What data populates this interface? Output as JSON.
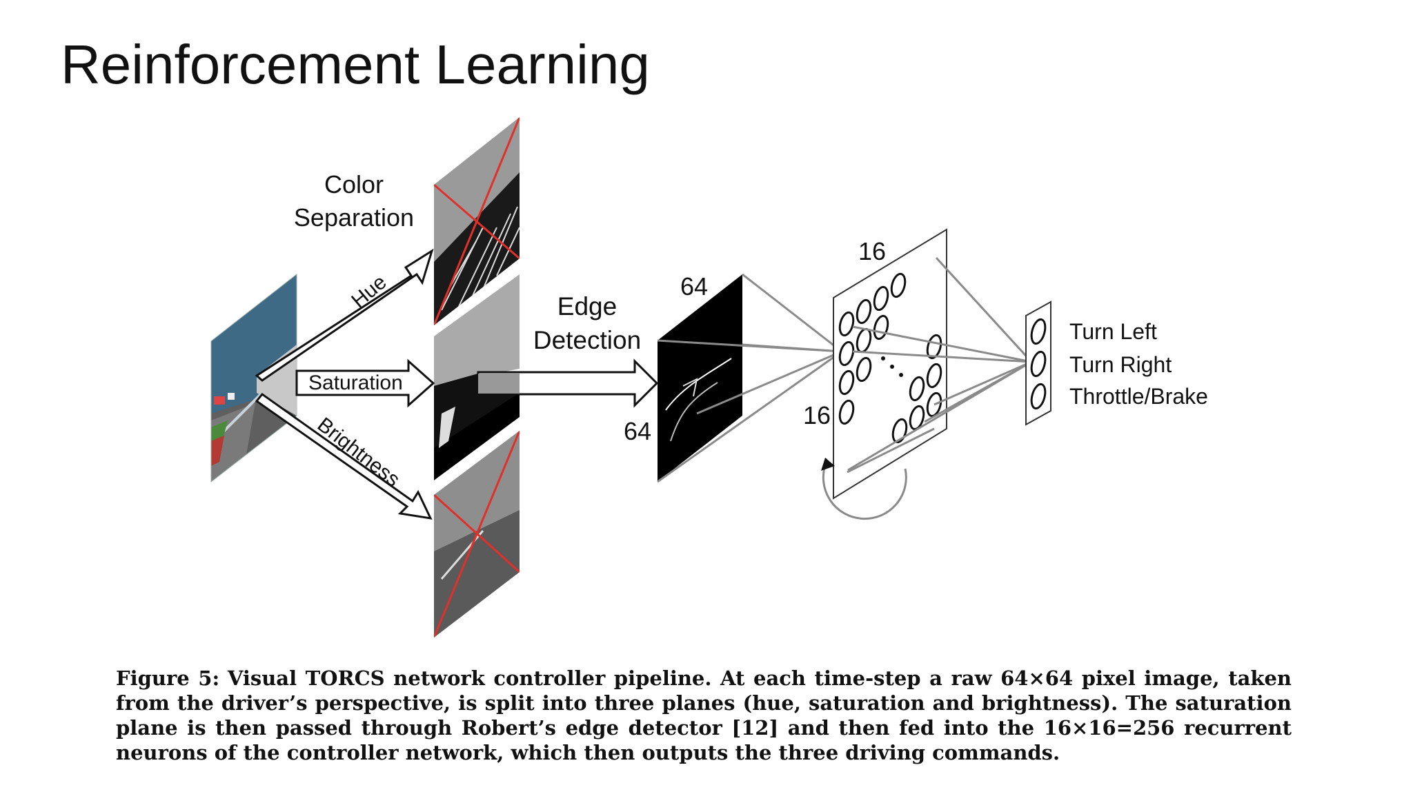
{
  "slide": {
    "title": "Reinforcement Learning"
  },
  "diagram": {
    "color_separation_label_line1": "Color",
    "color_separation_label_line2": "Separation",
    "arrow_hue": "Hue",
    "arrow_saturation": "Saturation",
    "arrow_brightness": "Brightness",
    "edge_detection_line1": "Edge",
    "edge_detection_line2": "Detection",
    "edge_dim_top": "64",
    "edge_dim_left": "64",
    "grid_dim_top": "16",
    "grid_dim_left": "16",
    "outputs": [
      "Turn Left",
      "Turn Right",
      "Throttle/Brake"
    ],
    "colors": {
      "sky": "#3e6a86",
      "crossline": "#e0302a",
      "arrow": "#111111",
      "connection": "#8a8a8a",
      "edge_plane": "#000000"
    }
  },
  "caption": {
    "label": "Figure 5:",
    "text": "Visual TORCS network controller pipeline. At each time-step a raw 64×64 pixel image, taken from the driver’s perspective, is split into three planes (hue, saturation and brightness). The saturation plane is then passed through Robert’s edge detector [12] and then fed into the 16×16=256 recurrent neurons of the controller network, which then outputs the three driving commands."
  }
}
